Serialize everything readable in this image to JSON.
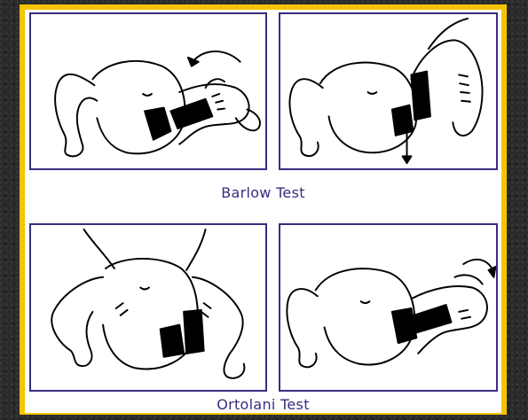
{
  "captions": {
    "top": "Barlow Test",
    "bottom": "Ortolani Test"
  },
  "colors": {
    "frame": "#f5c400",
    "border": "#3b2b7f",
    "caption": "#3b2b7f",
    "ink": "#000000"
  },
  "panels": [
    {
      "id": "barlow-1",
      "arrow": "curved-arrow-icon"
    },
    {
      "id": "barlow-2",
      "arrow": "down-arrow-icon"
    },
    {
      "id": "ortolani-1",
      "arrow": "none"
    },
    {
      "id": "ortolani-2",
      "arrow": "curved-arrow-icon"
    }
  ]
}
